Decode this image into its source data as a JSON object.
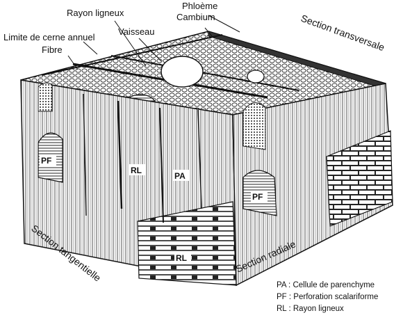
{
  "labels": {
    "rayon_ligneux": "Rayon ligneux",
    "phloeme": "Phloème",
    "cambium": "Cambium",
    "limite_cerne": "Limite de cerne annuel",
    "vaisseau": "Vaisseau",
    "fibre": "Fibre",
    "section_transversale": "Section transversale",
    "section_tangentielle": "Section tangentielle",
    "section_radiale": "Section radiale"
  },
  "inner_labels": {
    "pf_left": "PF",
    "rl_center": "RL",
    "pa_center": "PA",
    "pf_right": "PF",
    "rl_bottom": "RL"
  },
  "legend": [
    {
      "abbr": "PA",
      "text": "Cellule de parenchyme"
    },
    {
      "abbr": "PF",
      "text": "Perforation scalariforme"
    },
    {
      "abbr": "RL",
      "text": "Rayon ligneux"
    }
  ]
}
